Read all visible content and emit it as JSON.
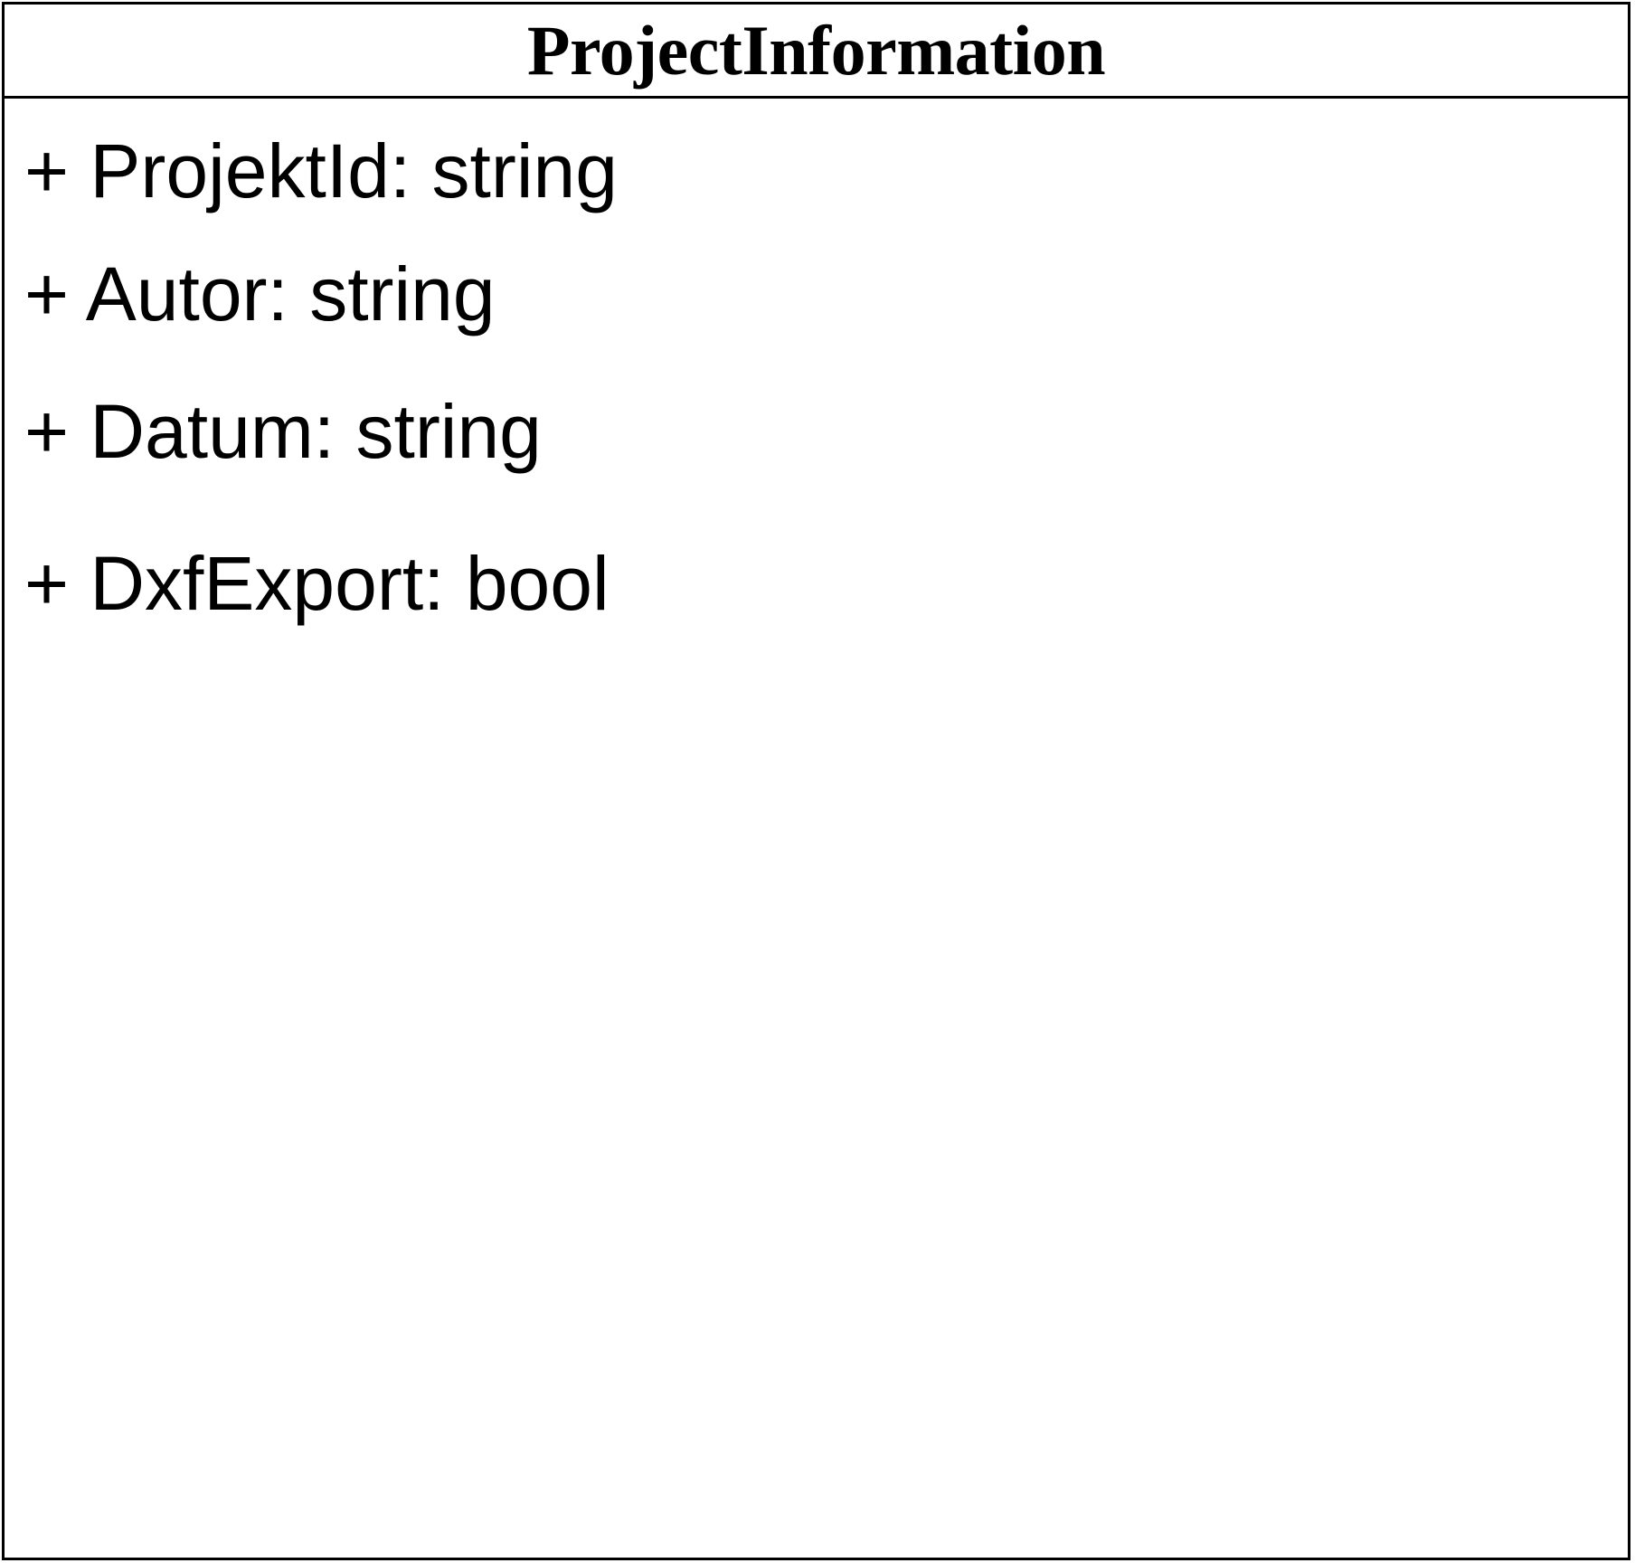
{
  "class": {
    "name": "ProjectInformation",
    "attributes": [
      "+ ProjektId: string",
      "+ Autor: string",
      "+ Datum: string",
      "+ DxfExport: bool"
    ]
  }
}
